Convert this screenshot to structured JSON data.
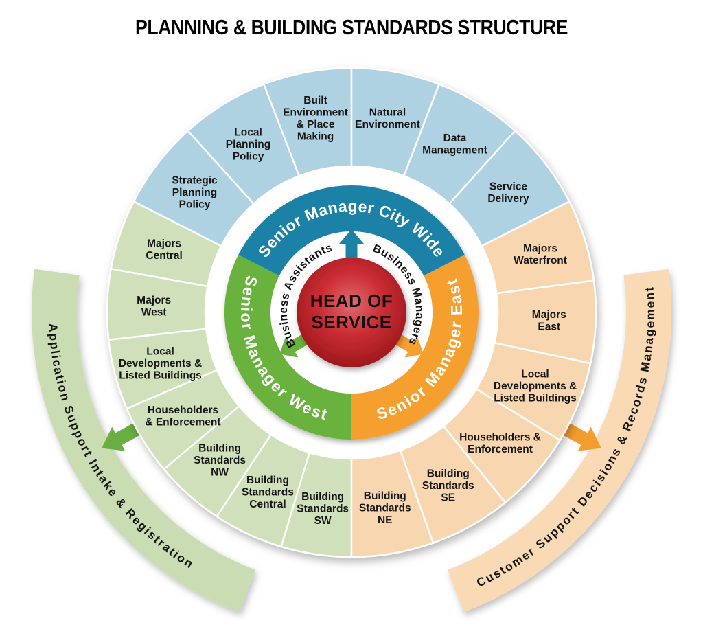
{
  "title": "PLANNING & BUILDING STANDARDS STRUCTURE",
  "hub": {
    "label_lines": [
      "HEAD OF",
      "SERVICE"
    ],
    "text_color": "#111111",
    "gradient_center": "#e06a71",
    "gradient_mid": "#cc2e35",
    "gradient_edge": "#961619"
  },
  "support_ring": {
    "left_label": "Business Assistants",
    "right_label": "Business Managers",
    "text_color": "#101010"
  },
  "regions": [
    {
      "id": "city-wide",
      "manager_label": "Senior Manager City Wide",
      "band_color": "#1e81a6",
      "segment_color": "#aed2e2",
      "segments": [
        [
          "Strategic",
          "Planning",
          "Policy"
        ],
        [
          "Local",
          "Planning",
          "Policy"
        ],
        [
          "Built",
          "Environment",
          "& Place",
          "Making"
        ],
        [
          "Natural",
          "Environment"
        ],
        [
          "Data",
          "Management"
        ],
        [
          "Service",
          "Delivery"
        ]
      ]
    },
    {
      "id": "west",
      "manager_label": "Senior Manager West",
      "band_color": "#68b23c",
      "segment_color": "#cfe0ba",
      "segments": [
        [
          "Majors",
          "Central"
        ],
        [
          "Majors",
          "West"
        ],
        [
          "Local",
          "Developments &",
          "Listed Buildings"
        ],
        [
          "Householders",
          "& Enforcement"
        ],
        [
          "Building",
          "Standards",
          "NW"
        ],
        [
          "Building",
          "Standards",
          "Central"
        ],
        [
          "Building",
          "Standards",
          "SW"
        ]
      ]
    },
    {
      "id": "east",
      "manager_label": "Senior Manager East",
      "band_color": "#f5a02f",
      "segment_color": "#f8d7b0",
      "segments": [
        [
          "Majors",
          "Waterfront"
        ],
        [
          "Majors",
          "East"
        ],
        [
          "Local",
          "Developments &",
          "Listed Buildings"
        ],
        [
          "Householders &",
          "Enforcement"
        ],
        [
          "Building",
          "Standards",
          "SE"
        ],
        [
          "Building",
          "Standards",
          "NE"
        ]
      ]
    }
  ],
  "outer_arcs": {
    "left": {
      "label": "Application Support Intake & Registration",
      "band_color": "#c9dcb2",
      "arrow_color": "#6aaf41"
    },
    "right": {
      "label": "Customer Support Decisions & Records Management",
      "band_color": "#f9dab4",
      "arrow_color": "#f29d2e"
    }
  },
  "segment_label_color": "#151515",
  "manager_label_color": "#ffffff"
}
